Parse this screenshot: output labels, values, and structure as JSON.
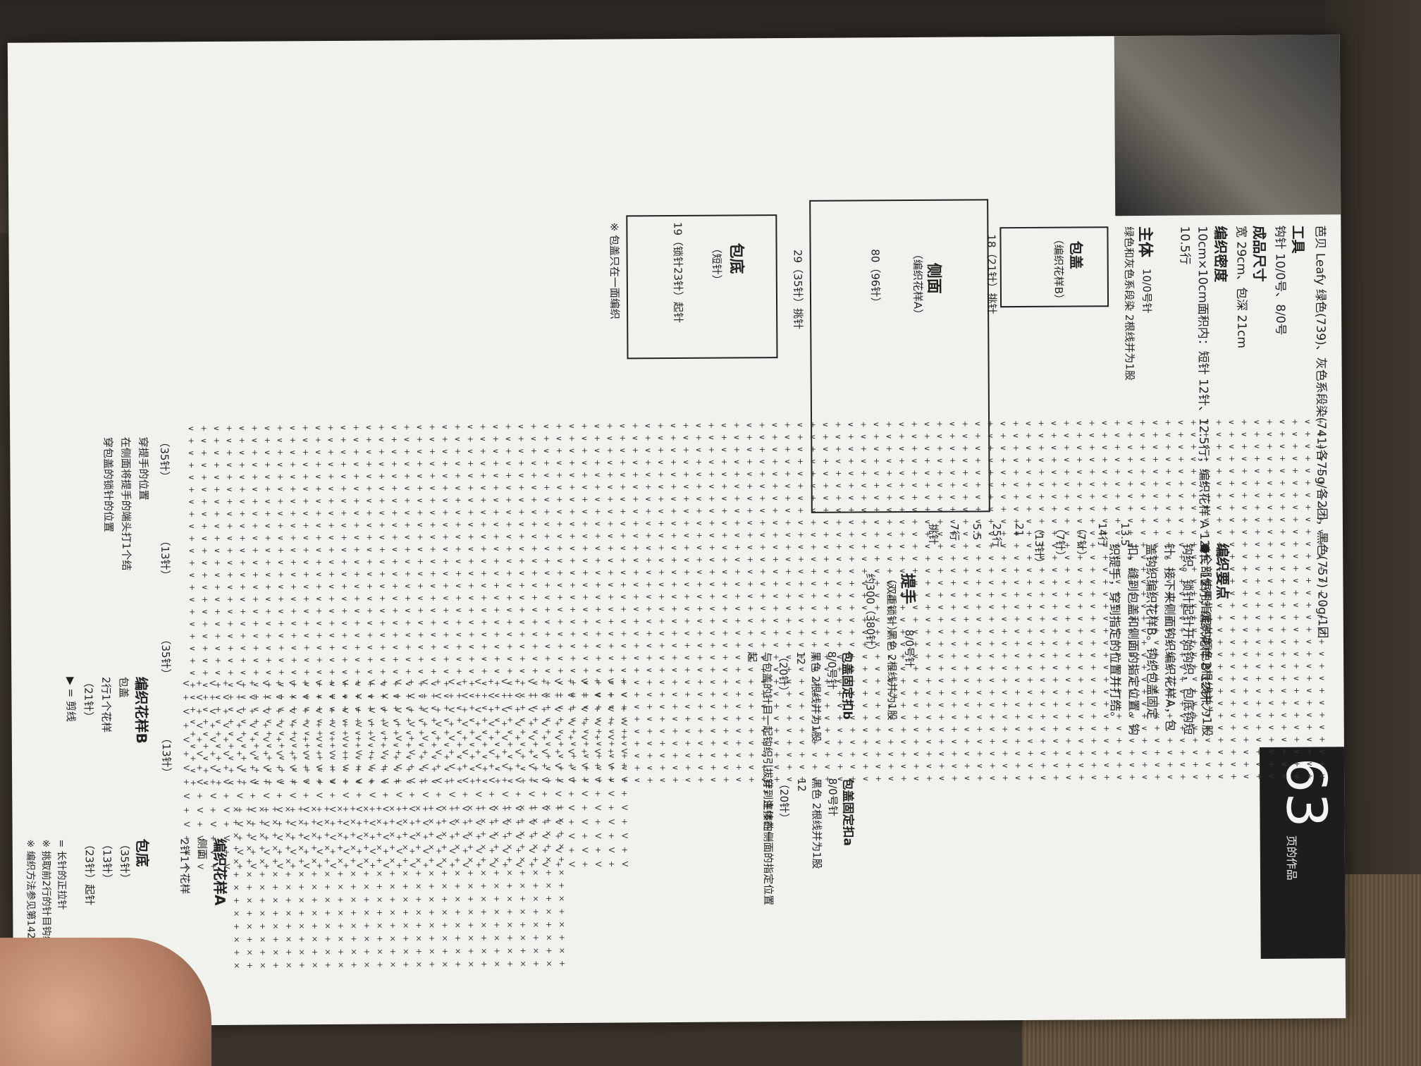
{
  "page": {
    "number": "63",
    "number_sub": "页的作品",
    "materials_header": "芭贝 Leafy 绿色(739)、灰色系段染(741)各75g/各2团，黑色(757) 20g/1团",
    "tools_title": "工具",
    "tools": "钩针 10/0号、8/0号",
    "size_title": "成品尺寸",
    "size": "宽 29cm、包深 21cm",
    "gauge_title": "编织密度",
    "gauge": "10cm×10cm面积内：短针 12针、12.5行；编织花样 A 12针、12行；编织花样 B 12针、10.5行",
    "points_title": "编织要点",
    "points": [
      "●全部使用指定的颜色2根线并为1股钩织。锁针起针开始钩织，包底钩短针。接下来侧面钩织编织花样A，包盖钩织编织花样B。钩织包盖固定扣，缝到包盖和侧面的指定位置。钩织提手，穿到指定的位置并打结。"
    ]
  },
  "schematic": {
    "main_title": "主体",
    "main_hook": "10/0号针",
    "main_yarn": "绿色和灰色系段染 2根线并为1股",
    "flap_label": "包盖",
    "flap_pattern": "（编织花样B）",
    "flap_dim": "18（21针）挑针",
    "side_label": "侧面",
    "side_pattern": "（编织花样A）",
    "side_dim": "80（96针）",
    "side_pick": "29（35针）挑针",
    "base_label": "包底",
    "base_stitch": "（短针）",
    "base_dim": "19（锁针23针）起针",
    "base_note": "※ 包盖只在一面编织",
    "dims": [
      "13.5",
      "14行",
      "（7针）",
      "（7针）",
      "（13针）",
      "21",
      "25行",
      "5.5",
      "7行"
    ],
    "pick_note": "挑针"
  },
  "handle": {
    "title": "提手",
    "stitch": "（双重锁针）",
    "hook": "8/0号针",
    "yarn": "黑色 2根线并为1股",
    "length": "约300（380针）"
  },
  "fastener_b": {
    "title": "包盖固定扣b",
    "hook": "8/0号针",
    "yarn": "黑色 2根线并为1股",
    "rounds": "12",
    "stitches": "（20针）",
    "note": "与包盖的针目一起钩织引拔针，连接在一起"
  },
  "fastener_a": {
    "title": "包盖固定扣a",
    "hook": "8/0号针",
    "yarn": "黑色 2根线并为1股",
    "rounds": "12",
    "stitches": "（20针）",
    "note": "穿到主体的侧面的指定位置"
  },
  "pattern_a": {
    "title": "编织花样A",
    "subtitle": "侧面",
    "repeat": "2针1个花样",
    "counts": [
      "（35针）",
      "（13针）",
      "（35针）",
      "（13针）"
    ],
    "handle_note": "穿提手的位置",
    "handle_knot": "在侧面将提手的端头打1个结",
    "flap_mark": "穿包盖的锁针的位置"
  },
  "pattern_b": {
    "title": "编织花样B",
    "subtitle": "包盖",
    "repeat": "2行1个花样",
    "count": "（21针）",
    "legend_cut": "▶ = 剪线"
  },
  "base_chart": {
    "title": "包底",
    "count_top": "（35针）",
    "count_side": "（13针）",
    "chain": "（23针）起针"
  },
  "legend": {
    "long_stitch": "= 长针的正拉针",
    "note1": "※ 挑取前2行的针目钩织",
    "note2": "※ 编织方法参见第142页"
  }
}
